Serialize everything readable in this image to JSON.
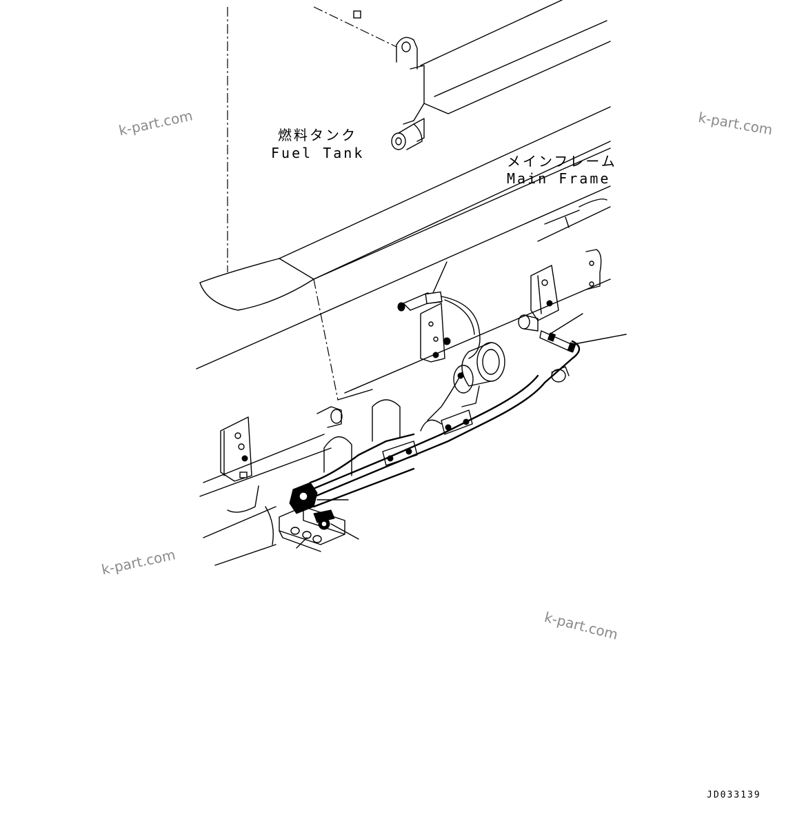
{
  "labels": {
    "fuel_tank_jp": "燃料タンク",
    "fuel_tank_en": "Fuel Tank",
    "main_frame_jp": "メインフレーム",
    "main_frame_en": "Main Frame"
  },
  "watermarks": [
    "k-part.com",
    "k-part.com",
    "k-part.com",
    "k-part.com"
  ],
  "drawing_code": "JD033139",
  "colors": {
    "line": "#000000",
    "watermark": "#8a8a8a",
    "background": "#ffffff"
  }
}
